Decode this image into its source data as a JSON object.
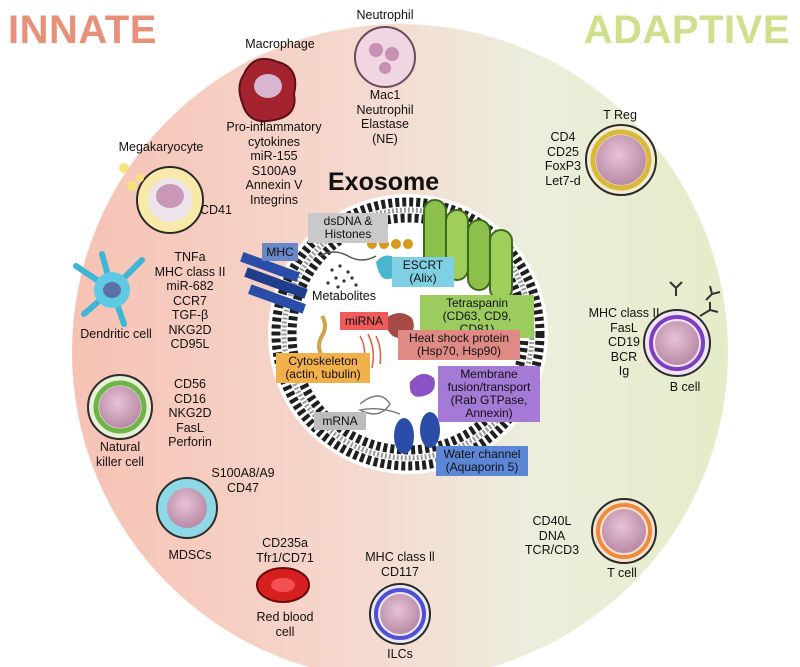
{
  "headings": {
    "innate": "INNATE",
    "adaptive": "ADAPTIVE",
    "center": "Exosome"
  },
  "colors": {
    "innate": "#e8907a",
    "adaptive": "#cfe08c",
    "circle_left": "#f8cfc4",
    "circle_right": "#e9efd6"
  },
  "cells": {
    "neutrophil": {
      "name": "Neutrophil",
      "markers": [
        "Mac1",
        "Neutrophil",
        "Elastase",
        "(NE)"
      ]
    },
    "macrophage": {
      "name": "Macrophage",
      "markers": [
        "Pro-inflammatory",
        "cytokines",
        "miR-155",
        "S100A9",
        "Annexin V",
        "Integrins"
      ]
    },
    "megakaryocyte": {
      "name": "Megakaryocyte",
      "markers": [
        "CD41"
      ]
    },
    "dendritic": {
      "name": "Dendritic cell",
      "markers": [
        "TNFa",
        "MHC class II",
        "miR-682",
        "CCR7",
        "TGF-β",
        "NKG2D",
        "CD95L"
      ]
    },
    "nk": {
      "name_lines": [
        "Natural",
        "killer cell"
      ],
      "markers": [
        "CD56",
        "CD16",
        "NKG2D",
        "FasL",
        "Perforin"
      ]
    },
    "mdsc": {
      "name": "MDSCs",
      "markers": [
        "S100A8/A9",
        "CD47"
      ]
    },
    "rbc": {
      "name_lines": [
        "Red blood",
        "cell"
      ],
      "markers": [
        "CD235a",
        "Tfr1/CD71"
      ]
    },
    "ilc": {
      "name": "ILCs",
      "markers": [
        "MHC class ll",
        "CD117"
      ]
    },
    "treg": {
      "name": "T Reg",
      "markers": [
        "CD4",
        "CD25",
        "FoxP3",
        "Let7-d"
      ]
    },
    "bcell": {
      "name": "B cell",
      "markers": [
        "MHC class II",
        "FasL",
        "CD19",
        "BCR",
        "Ig"
      ]
    },
    "tcell": {
      "name": "T cell",
      "markers": [
        "CD40L",
        "DNA",
        "TCR/CD3"
      ]
    }
  },
  "exosome": {
    "dsdna": [
      "dsDNA &",
      "Histones"
    ],
    "mhc": "MHC",
    "escrt": [
      "ESCRT",
      "(Alix)"
    ],
    "metabolites": "Metabolites",
    "tetraspanin": [
      "Tetraspanin",
      "(CD63, CD9, CD81)"
    ],
    "mirna": "miRNA",
    "hsp": [
      "Heat shock protein",
      "(Hsp70, Hsp90)"
    ],
    "cytoskeleton": [
      "Cytoskeleton",
      "(actin, tubulin)"
    ],
    "membrane": [
      "Membrane",
      "fusion/transport",
      "(Rab GTPase,",
      "Annexin)"
    ],
    "mrna": "mRNA",
    "water": [
      "Water channel",
      "(Aquaporin 5)"
    ]
  }
}
